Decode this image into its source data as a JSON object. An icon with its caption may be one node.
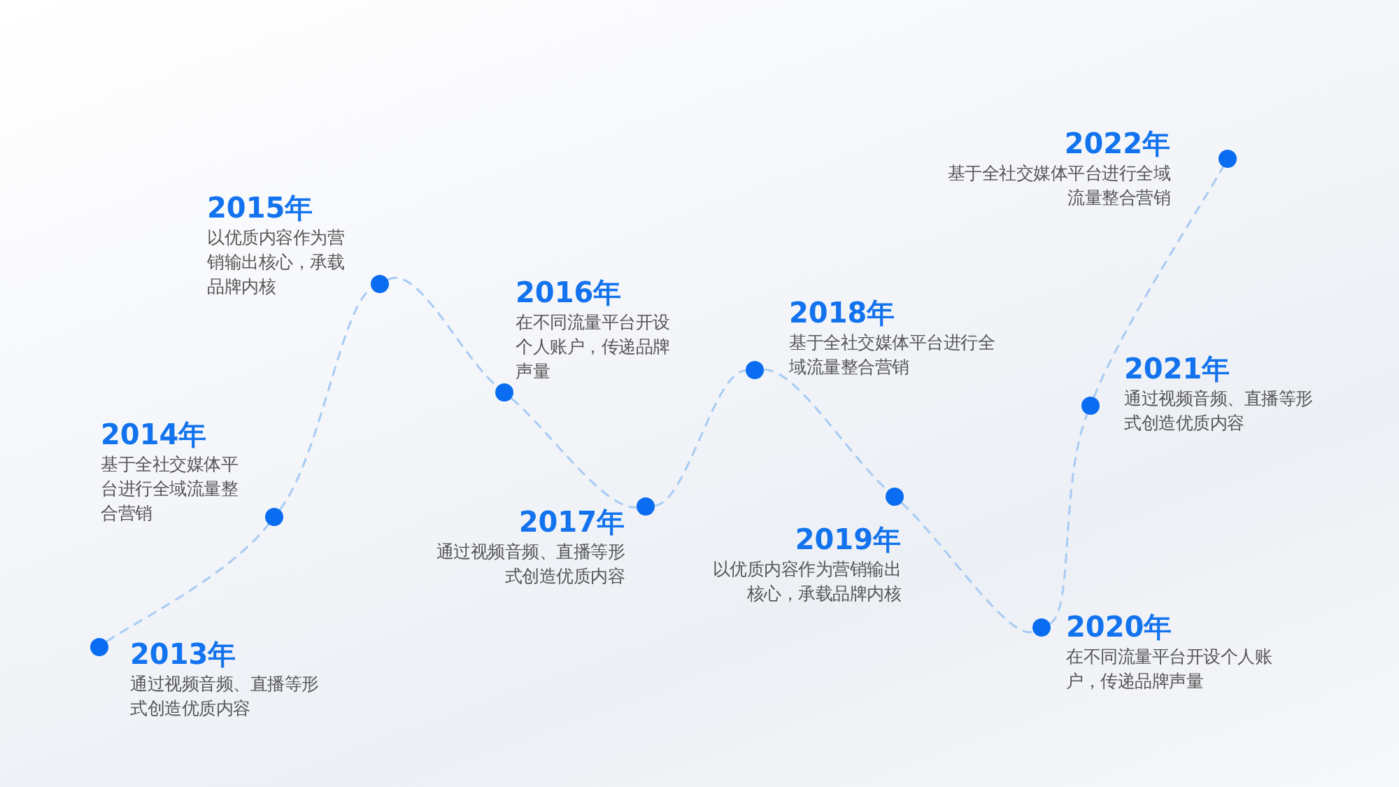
{
  "diagram": {
    "nodes": [
      {
        "text": [],
        "shape": "circle",
        "beside": [
          "2013年",
          "通过视频音频、直播等形式创造优质内容"
        ]
      },
      {
        "text": [],
        "shape": "circle",
        "beside": [
          "2014年",
          "基于全社交媒体平台进行全域流量整合营销"
        ]
      },
      {
        "text": [],
        "shape": "circle",
        "beside": [
          "2015年",
          "以优质内容作为营销输出核心，承载品牌内核"
        ]
      },
      {
        "text": [],
        "shape": "circle",
        "beside": [
          "2016年",
          "在不同流量平台开设个人账户，传递品牌声量"
        ]
      },
      {
        "text": [],
        "shape": "circle",
        "beside": [
          "2017年",
          "通过视频音频、直播等形式创造优质内容"
        ]
      },
      {
        "text": [],
        "shape": "circle",
        "beside": [
          "2018年",
          "基于全社交媒体平台进行全域流量整合营销"
        ]
      },
      {
        "text": [],
        "shape": "circle",
        "beside": [
          "2019年",
          "以优质内容作为营销输出核心，承载品牌内核"
        ]
      },
      {
        "text": [],
        "shape": "circle",
        "beside": [
          "2020年",
          "在不同流量平台开设个人账户，传递品牌声量"
        ]
      },
      {
        "text": [],
        "shape": "circle",
        "beside": [
          "2021年",
          "通过视频音频、直播等形式创造优质内容"
        ]
      },
      {
        "text": [],
        "shape": "circle",
        "beside": [
          "2022年",
          "基于全社交媒体平台进行全域流量整合营销"
        ]
      }
    ],
    "edges": [
      {
        "from": 0,
        "to": 1,
        "arrow": "none",
        "style": "dashed"
      },
      {
        "from": 1,
        "to": 2,
        "arrow": "none",
        "style": "dashed"
      },
      {
        "from": 2,
        "to": 3,
        "arrow": "none",
        "style": "dashed"
      },
      {
        "from": 3,
        "to": 4,
        "arrow": "none",
        "style": "dashed"
      },
      {
        "from": 4,
        "to": 5,
        "arrow": "none",
        "style": "dashed"
      },
      {
        "from": 5,
        "to": 6,
        "arrow": "none",
        "style": "dashed"
      },
      {
        "from": 6,
        "to": 7,
        "arrow": "none",
        "style": "dashed"
      },
      {
        "from": 7,
        "to": 8,
        "arrow": "none",
        "style": "dashed"
      },
      {
        "from": 8,
        "to": 9,
        "arrow": "none",
        "style": "dashed"
      }
    ]
  }
}
